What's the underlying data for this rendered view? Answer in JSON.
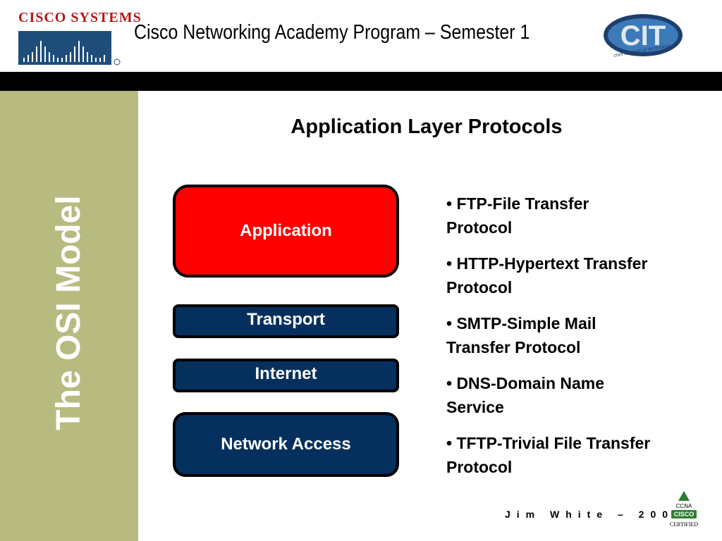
{
  "header": {
    "cisco_logo_text": "CISCO SYSTEMS",
    "title": "Cisco Networking Academy Program – Semester 1",
    "cit_logo_text": "CIT",
    "cit_caption": "cork institute of technology"
  },
  "sidebar": {
    "title": "The OSI Model"
  },
  "slide": {
    "title": "Application Layer Protocols",
    "layers": [
      {
        "label": "Application"
      },
      {
        "label": "Transport"
      },
      {
        "label": "Internet"
      },
      {
        "label": "Network Access"
      }
    ],
    "bullets": [
      "• FTP-File Transfer Protocol",
      "• HTTP-Hypertext Transfer Protocol",
      "• SMTP-Simple Mail Transfer Protocol",
      "• DNS-Domain Name Service",
      "• TFTP-Trivial File Transfer Protocol"
    ]
  },
  "footer": {
    "credit": "Jim White – 2002",
    "badge_top": "CCNA",
    "badge_middle": "CISCO",
    "badge_bottom": "CERTIFIED"
  },
  "colors": {
    "application_layer": "#ff0000",
    "other_layers": "#05305e",
    "sidebar": "#b8bb80",
    "cisco_red": "#b01a1a",
    "cisco_blue": "#1e4d7a"
  }
}
